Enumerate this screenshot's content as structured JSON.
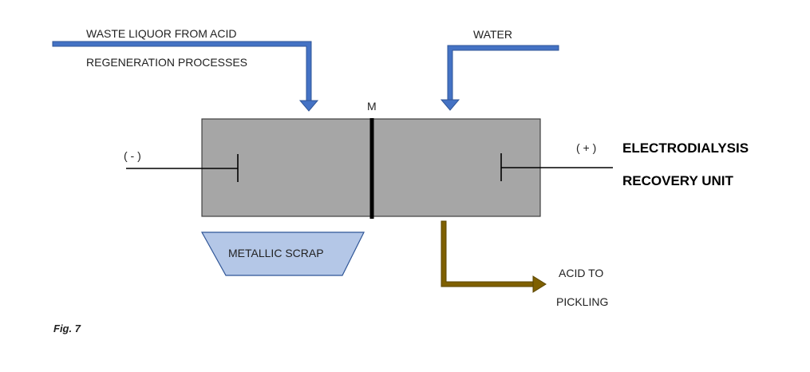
{
  "inlet_left": {
    "line1": "WASTE LIQUOR FROM ACID",
    "line2": "REGENERATION PROCESSES"
  },
  "inlet_right": {
    "label": "WATER"
  },
  "membrane": {
    "label": "M"
  },
  "electrode_negative": {
    "label": "( - )"
  },
  "electrode_positive": {
    "label": "( + )"
  },
  "unit_title": {
    "line1": "ELECTRODIALYSIS",
    "line2": "RECOVERY UNIT"
  },
  "scrap": {
    "label": "METALLIC SCRAP"
  },
  "outlet": {
    "line1": "ACID TO",
    "line2": "PICKLING"
  },
  "figure_caption": "Fig. 7",
  "colors": {
    "cell_fill": "#a6a6a6",
    "inlet_arrow": "#4472c4",
    "outlet_arrow": "#7f6000",
    "scrap_fill": "#b4c7e7"
  }
}
